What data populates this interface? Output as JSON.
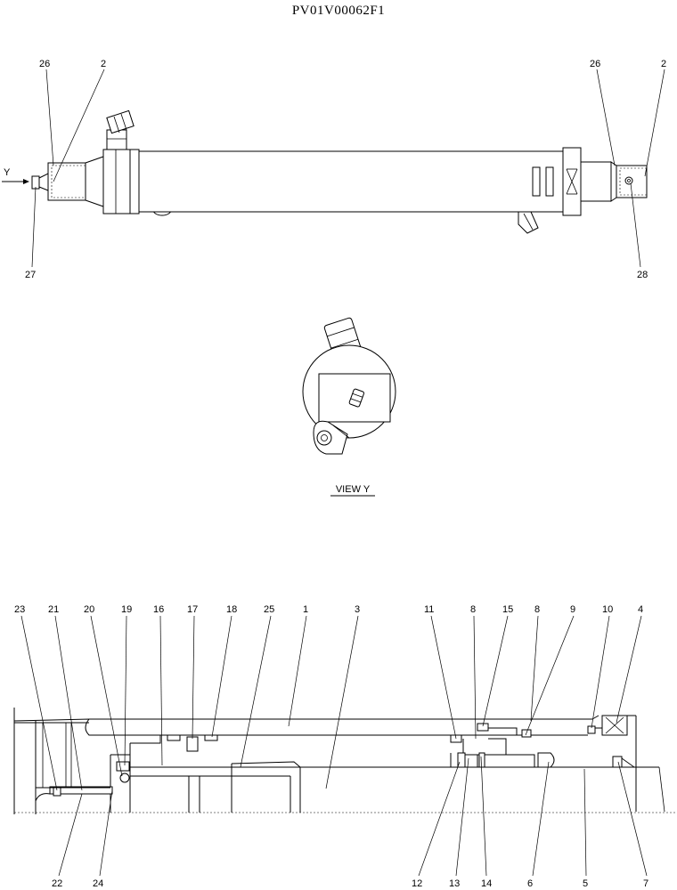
{
  "drawing_code": "PV01V00062F1",
  "view_label": "VIEW  Y",
  "arrow_label": "Y",
  "callouts_top": {
    "left_26": "26",
    "left_2": "2",
    "right_26": "26",
    "right_2": "2",
    "left_27": "27",
    "right_28": "28"
  },
  "callouts_section_top": [
    "23",
    "21",
    "20",
    "19",
    "16",
    "17",
    "18",
    "25",
    "1",
    "3",
    "11",
    "8",
    "15",
    "8",
    "9",
    "10",
    "4"
  ],
  "callouts_section_bottom": [
    "22",
    "24",
    "12",
    "13",
    "14",
    "6",
    "5",
    "7"
  ]
}
